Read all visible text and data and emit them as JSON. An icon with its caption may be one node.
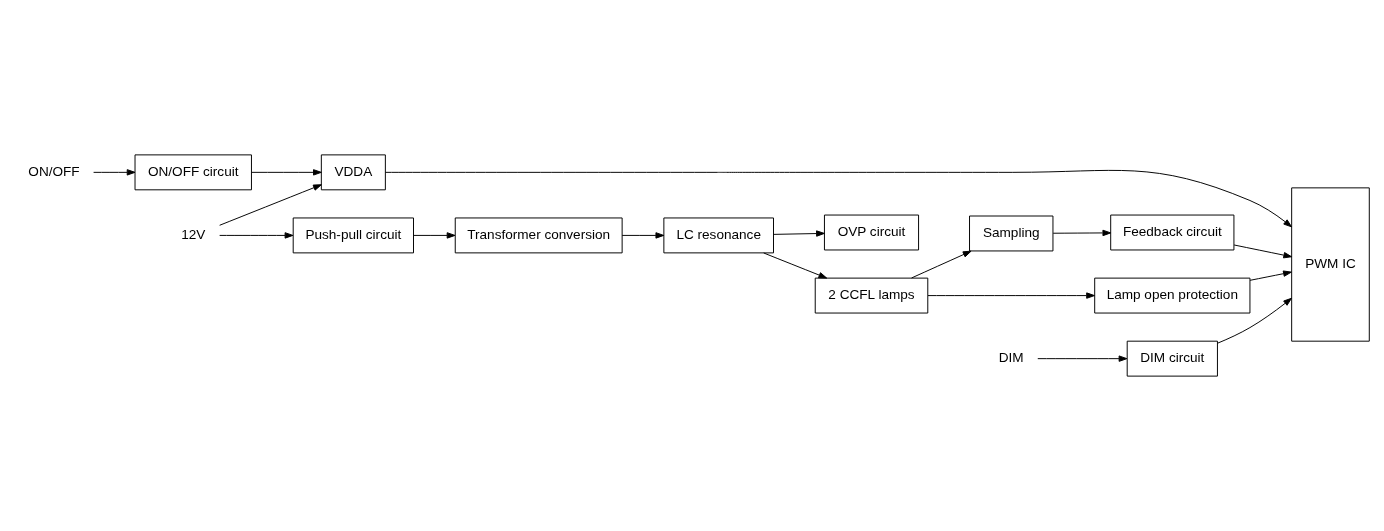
{
  "diagram": {
    "nodes": [
      {
        "text": [
          "Push-pull circuit"
        ]
      },
      {
        "text": [
          "Transformer conversion"
        ]
      },
      {
        "text": [
          "LC resonance"
        ]
      },
      {
        "text": [
          "VDDA"
        ]
      },
      {
        "text": [
          "OVP circuit"
        ]
      },
      {
        "text": [
          "2 CCFL lamps"
        ]
      },
      {
        "text": [
          "ON/OFF circuit"
        ]
      },
      {
        "text": [
          "PWM IC"
        ]
      },
      {
        "text": [
          "Feedback circuit"
        ]
      },
      {
        "text": [
          "Sampling"
        ]
      },
      {
        "text": [
          "Lamp open protection"
        ]
      },
      {
        "text": [
          "DIM circuit"
        ]
      },
      {
        "text": [
          "12V"
        ]
      },
      {
        "text": [
          "ON/OFF"
        ]
      },
      {
        "text": [
          "DIM"
        ]
      }
    ],
    "edges": [
      {
        "from": 12,
        "to": 0,
        "arrow": "to"
      },
      {
        "from": 12,
        "to": 3,
        "arrow": "to"
      },
      {
        "from": 0,
        "to": 1,
        "arrow": "to"
      },
      {
        "from": 1,
        "to": 2,
        "arrow": "to"
      },
      {
        "from": 2,
        "to": 4,
        "arrow": "to"
      },
      {
        "from": 2,
        "to": 5,
        "arrow": "to"
      },
      {
        "from": 3,
        "to": 7,
        "arrow": "to"
      },
      {
        "from": 6,
        "to": 3,
        "arrow": "to"
      },
      {
        "from": 13,
        "to": 6,
        "arrow": "to"
      },
      {
        "from": 14,
        "to": 11,
        "arrow": "to"
      },
      {
        "from": 11,
        "to": 7,
        "arrow": "to"
      },
      {
        "from": 5,
        "to": 9,
        "arrow": "to"
      },
      {
        "from": 5,
        "to": 10,
        "arrow": "to"
      },
      {
        "from": 9,
        "to": 8,
        "arrow": "to"
      },
      {
        "from": 8,
        "to": 7,
        "arrow": "to"
      },
      {
        "from": 10,
        "to": 7,
        "arrow": "to"
      }
    ]
  }
}
